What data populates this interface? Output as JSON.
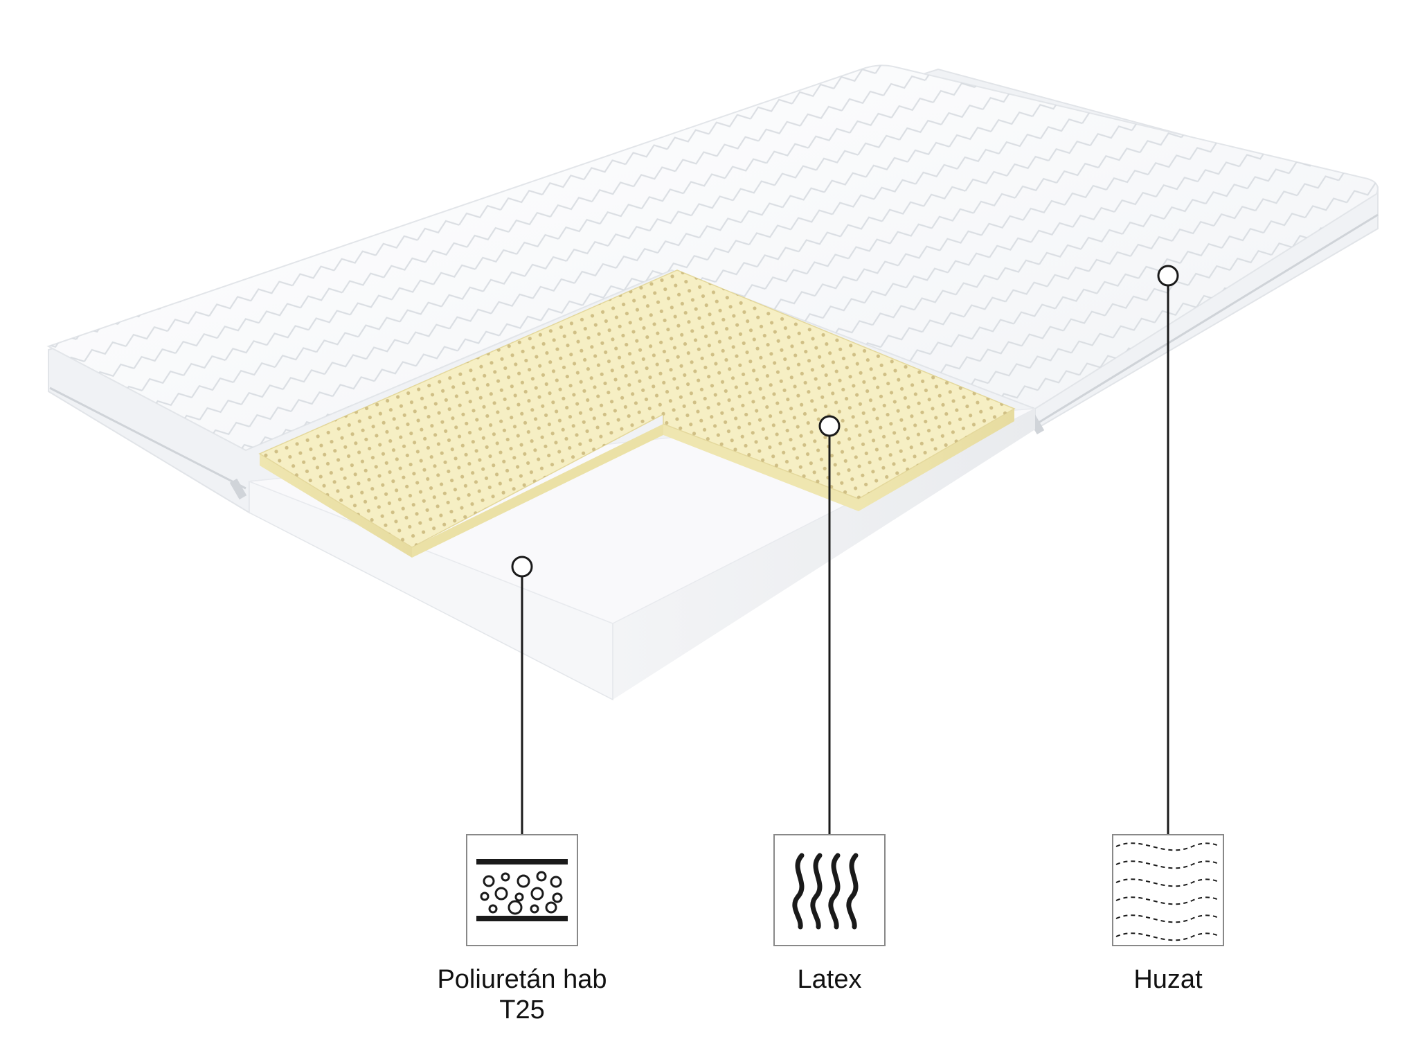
{
  "layers": [
    {
      "id": "foam",
      "label_lines": [
        "Poliuretán hab",
        "T25"
      ],
      "icon": "foam-cells-icon"
    },
    {
      "id": "latex",
      "label_lines": [
        "Latex"
      ],
      "icon": "latex-waves-icon"
    },
    {
      "id": "cover",
      "label_lines": [
        "Huzat"
      ],
      "icon": "quilted-cover-icon"
    }
  ],
  "colors": {
    "foam": "#f7f7f9",
    "latex": "#f5eec0",
    "latex_holes": "#c9b77a",
    "cover": "#ffffff",
    "quilt_stitch": "#d9dde2",
    "callout": "#1a1a1a"
  }
}
